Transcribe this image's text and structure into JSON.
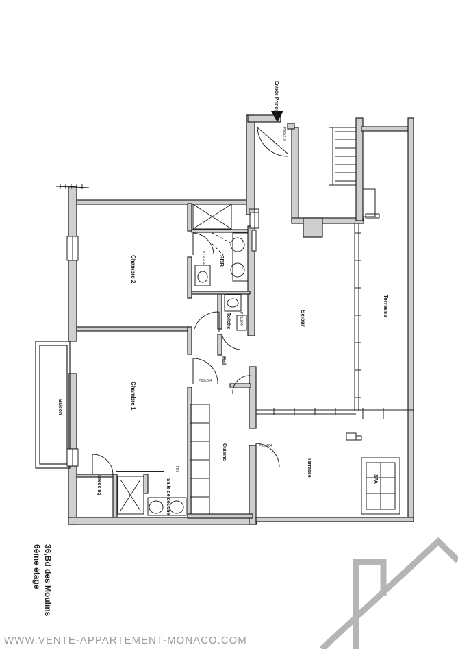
{
  "plan": {
    "entrance": "Entrée Principale",
    "rooms": {
      "chambre2": "Chambre 2",
      "chambre1": "Chambre 1",
      "sdb": "SDB",
      "toilette": "Toilette",
      "hall": "Hall",
      "sejour": "Séjour",
      "terrasse_top": "Terrasse",
      "terrasse_bottom": "Terrasse",
      "balcon": "Balcon",
      "cuisine": "Cuisine",
      "dressing": "Dressing",
      "salle_douche": "Salle de douche",
      "spa": "SPA"
    },
    "door_codes": {
      "entry": "P93x218",
      "sdb": "P73x204",
      "chambre2": "P73x204",
      "chambre1": "P83x204",
      "cuisine": "P93x204"
    },
    "small_marks": {
      "fri": "FRI"
    }
  },
  "address": {
    "line1": "36,Bd des Moulins",
    "line2": "6ème étage"
  },
  "footer": {
    "website": "WWW.VENTE-APPARTEMENT-MONACO.COM"
  },
  "colors": {
    "walls": "#222222",
    "wall_fill": "#cfcfcf",
    "watermark": "#9c9c9c",
    "background": "#ffffff"
  }
}
